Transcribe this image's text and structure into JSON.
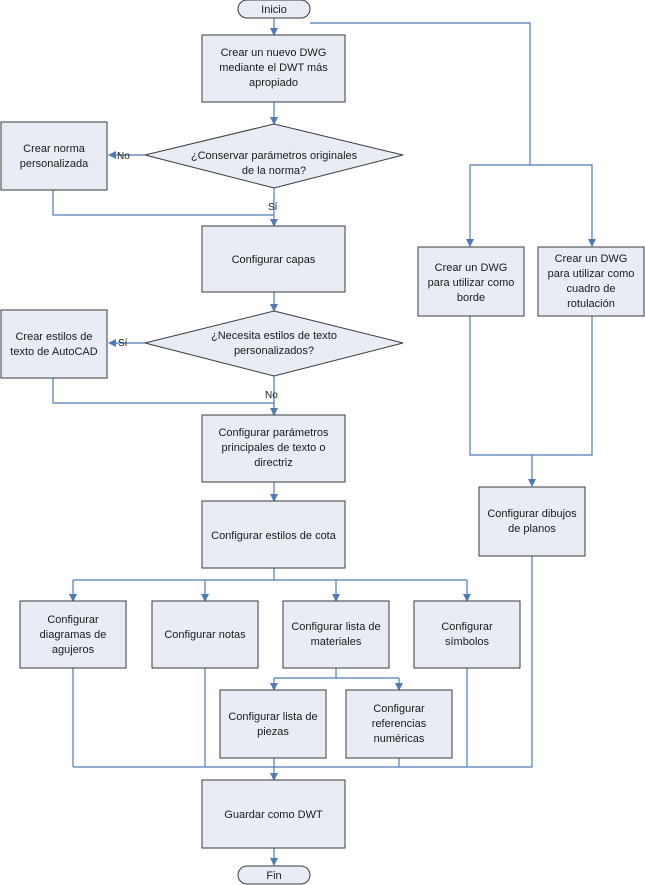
{
  "nodes": {
    "start": {
      "text": "Inicio"
    },
    "new_dwg": {
      "lines": [
        "Crear un nuevo DWG",
        "mediante el DWT más",
        "apropiado"
      ]
    },
    "custom_std": {
      "lines": [
        "Crear norma",
        "personalizada"
      ]
    },
    "dec_keep": {
      "lines": [
        "¿Conservar parámetros originales",
        "de la norma?"
      ]
    },
    "cfg_layers": {
      "lines": [
        "Configurar capas"
      ]
    },
    "create_styles": {
      "lines": [
        "Crear estilos de",
        "texto de AutoCAD"
      ]
    },
    "dec_text": {
      "lines": [
        "¿Necesita estilos de texto",
        "personalizados?"
      ]
    },
    "cfg_text_params": {
      "lines": [
        "Configurar parámetros",
        "principales de texto o",
        "directriz"
      ]
    },
    "cfg_dim": {
      "lines": [
        "Configurar estilos de cota"
      ]
    },
    "cfg_holes": {
      "lines": [
        "Configurar",
        "diagramas de",
        "agujeros"
      ]
    },
    "cfg_notes": {
      "lines": [
        "Configurar notas"
      ]
    },
    "cfg_bom": {
      "lines": [
        "Configurar lista de",
        "materiales"
      ]
    },
    "cfg_symbols": {
      "lines": [
        "Configurar",
        "símbolos"
      ]
    },
    "cfg_parts": {
      "lines": [
        "Configurar lista de",
        "piezas"
      ]
    },
    "cfg_balloons": {
      "lines": [
        "Configurar",
        "referencias",
        "numéricas"
      ]
    },
    "save_dwt": {
      "lines": [
        "Guardar como DWT"
      ]
    },
    "end": {
      "text": "Fin"
    },
    "border_dwg": {
      "lines": [
        "Crear un DWG",
        "para utilizar como",
        "borde"
      ]
    },
    "title_dwg": {
      "lines": [
        "Crear un DWG",
        "para utilizar como",
        "cuadro de",
        "rotulación"
      ]
    },
    "cfg_sheets": {
      "lines": [
        "Configurar dibujos",
        "de planos"
      ]
    }
  },
  "edge_labels": {
    "keep_no": "No",
    "keep_yes": "Sí",
    "text_yes": "Sí",
    "text_no": "No"
  },
  "colors": {
    "box_fill": "#e8edf5",
    "box_stroke": "#3a3a3a",
    "connector": "#4f7bb8"
  }
}
